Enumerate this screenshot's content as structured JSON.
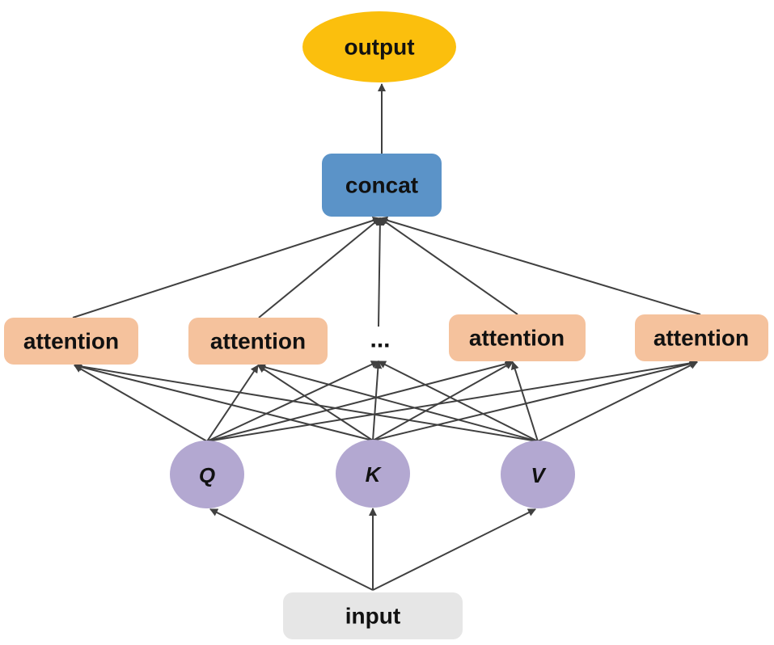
{
  "nodes": {
    "output": {
      "label": "output",
      "color": "#fbbf0d"
    },
    "concat": {
      "label": "concat",
      "color": "#5b93c8"
    },
    "heads": [
      {
        "label": "attention",
        "color": "#f5c29d"
      },
      {
        "label": "attention",
        "color": "#f5c29d"
      },
      {
        "label": "...",
        "color": ""
      },
      {
        "label": "attention",
        "color": "#f5c29d"
      },
      {
        "label": "attention",
        "color": "#f5c29d"
      }
    ],
    "qkv": [
      {
        "label": "Q",
        "color": "#b3a8d1"
      },
      {
        "label": "K",
        "color": "#b3a8d1"
      },
      {
        "label": "V",
        "color": "#b3a8d1"
      }
    ],
    "input": {
      "label": "input",
      "color": "#e6e6e6"
    }
  },
  "colors": {
    "edge": "#404040",
    "text": "#111111"
  }
}
